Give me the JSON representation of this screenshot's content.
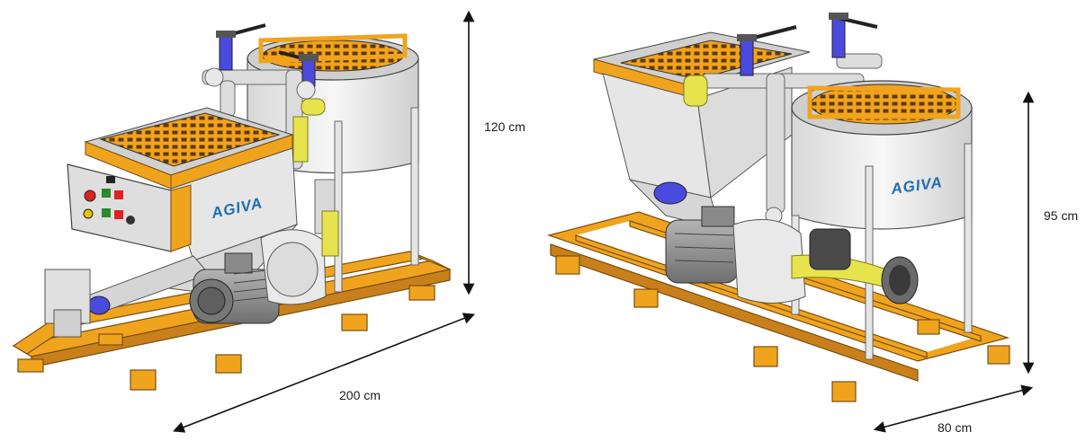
{
  "dimensions": {
    "left_height": "120 cm",
    "left_length": "200 cm",
    "right_height": "95 cm",
    "right_width": "80 cm"
  },
  "brand": {
    "name": "AGIVA"
  },
  "colors": {
    "frame": "#f0a41e",
    "frame_dark": "#c9801a",
    "tank": "#e8e8e8",
    "grate": "#f3a21b",
    "valve": "#4a4adf",
    "hose": "#e7e34c",
    "brand": "#1f6fb0",
    "motor": "#9a9a9a"
  }
}
